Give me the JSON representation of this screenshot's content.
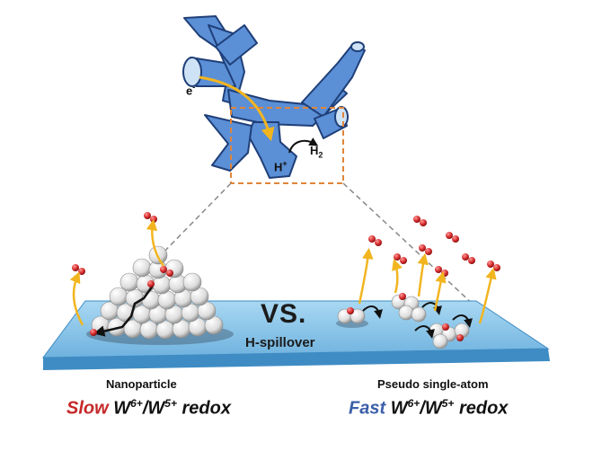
{
  "cnt_labels": {
    "electron": "e",
    "electron_sup": "-",
    "proton": "H",
    "proton_sup": "+",
    "hydrogen": "H",
    "hydrogen_sub": "2"
  },
  "center": {
    "vs": "VS.",
    "spillover": "H-spillover"
  },
  "left_caption": {
    "title": "Nanoparticle",
    "speed": "Slow",
    "w1": "W",
    "w1_sup": "6+",
    "slash": "/",
    "w2": "W",
    "w2_sup": "5+",
    "redox": "redox"
  },
  "right_caption": {
    "title": "Pseudo single-atom",
    "speed": "Fast",
    "w1": "W",
    "w1_sup": "6+",
    "slash": "/",
    "w2": "W",
    "w2_sup": "5+",
    "redox": "redox"
  },
  "colors": {
    "cnt_fill": "#5b8fd6",
    "cnt_stroke": "#1f3f78",
    "support_top": "#7fbfe6",
    "support_edge": "#3f8cc4",
    "arrow_yellow": "#f2b51f",
    "hydrogen_red": "#d93030",
    "slow_red": "#c62828",
    "fast_blue": "#3b5fa8",
    "zoom_box": "#e0853a"
  }
}
